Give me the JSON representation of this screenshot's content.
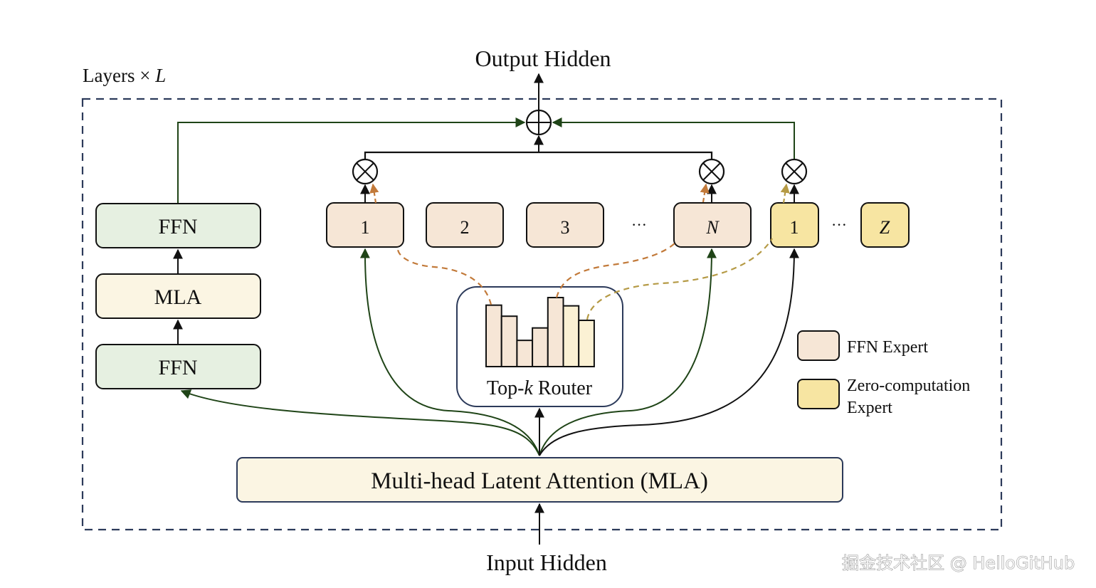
{
  "labels": {
    "output_hidden": "Output Hidden",
    "input_hidden": "Input Hidden",
    "layers_prefix": "Layers × ",
    "layers_var": "L",
    "router_prefix": "Top-",
    "router_var": "k",
    "router_suffix": " Router",
    "mla_main": "Multi-head Latent Attention (MLA)",
    "ellipsis": "···",
    "watermark": "掘金技术社区 @ HelloGitHub"
  },
  "left_stack": [
    {
      "id": "ffn-top",
      "label": "FFN",
      "kind": "ffn"
    },
    {
      "id": "mla",
      "label": "MLA",
      "kind": "mla"
    },
    {
      "id": "ffn-bottom",
      "label": "FFN",
      "kind": "ffn"
    }
  ],
  "ffn_experts": [
    {
      "label": "1",
      "italic": false,
      "selected": true
    },
    {
      "label": "2",
      "italic": false,
      "selected": false
    },
    {
      "label": "3",
      "italic": false,
      "selected": false
    },
    {
      "label": "N",
      "italic": true,
      "selected": true
    }
  ],
  "zero_experts": [
    {
      "label": "1",
      "italic": false,
      "selected": true
    },
    {
      "label": "Z",
      "italic": true,
      "selected": false
    }
  ],
  "router_scores": [
    {
      "value": 0.89,
      "type": "ffn"
    },
    {
      "value": 0.73,
      "type": "ffn"
    },
    {
      "value": 0.38,
      "type": "ffn"
    },
    {
      "value": 0.56,
      "type": "ffn"
    },
    {
      "value": 1.0,
      "type": "ffn"
    },
    {
      "value": 0.88,
      "type": "zero"
    },
    {
      "value": 0.67,
      "type": "zero"
    }
  ],
  "legend": [
    {
      "label": "FFN Expert",
      "kind": "ffn"
    },
    {
      "label": "Zero-computation",
      "label2": "Expert",
      "kind": "zero"
    }
  ],
  "colors": {
    "ffn_green": "#e6f0e1",
    "mla_cream": "#fbf5e3",
    "ffn_expert": "#f6e6d6",
    "zero_expert": "#f7e5a2",
    "border_navy": "#2c3a5a",
    "arrow_green": "#1f4417",
    "route_orange": "#c27a3a",
    "route_olive": "#b59a45"
  }
}
